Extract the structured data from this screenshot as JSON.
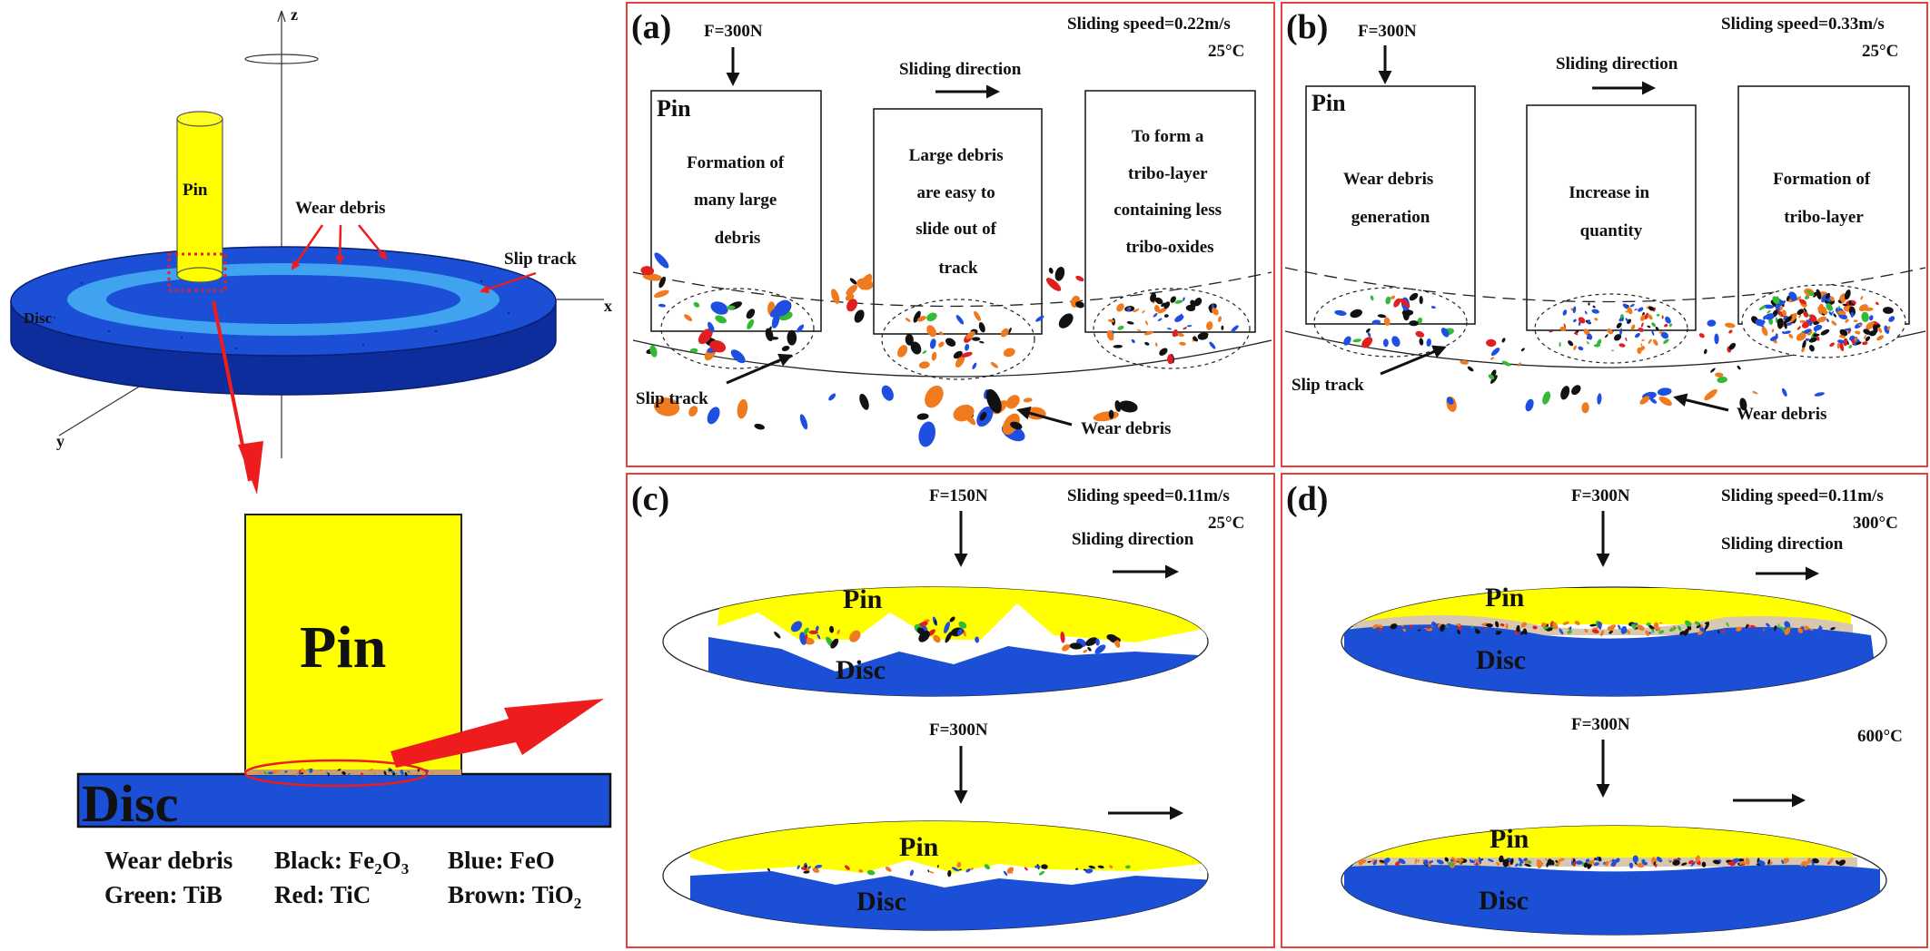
{
  "overview": {
    "pin_label": "Pin",
    "wear_debris_label": "Wear debris",
    "slip_track_label": "Slip track",
    "disc_label": "Disc",
    "axis_x": "x",
    "axis_y": "y",
    "axis_z": "z"
  },
  "closeup": {
    "pin_label": "Pin",
    "disc_label": "Disc"
  },
  "legend": {
    "title": "Wear debris",
    "black_label": "Black: Fe",
    "black_sub": "2",
    "black_tail": "O",
    "black_sub2": "3",
    "blue": "Blue: FeO",
    "green": "Green: TiB",
    "red": "Red: TiC",
    "brown_label": "Brown: TiO",
    "brown_sub": "2"
  },
  "panel_a": {
    "tag": "(a)",
    "force": "F=300N",
    "speed": "Sliding speed=0.22m/s",
    "temp": "25°C",
    "direction": "Sliding direction",
    "pin": "Pin",
    "box1": [
      "Formation of",
      "many large",
      "debris"
    ],
    "box2": [
      "Large debris",
      "are  easy to",
      "slide out of",
      "track"
    ],
    "box3": [
      "To form a",
      "tribo-layer",
      "containing less",
      "tribo-oxides"
    ],
    "slip_track": "Slip track",
    "wear_debris": "Wear debris"
  },
  "panel_b": {
    "tag": "(b)",
    "force": "F=300N",
    "speed": "Sliding speed=0.33m/s",
    "temp": "25°C",
    "direction": "Sliding direction",
    "pin": "Pin",
    "box1": [
      "Wear debris",
      "generation"
    ],
    "box2": [
      "Increase in",
      "quantity"
    ],
    "box3": [
      "Formation of",
      "tribo-layer"
    ],
    "slip_track": "Slip track",
    "wear_debris": "Wear debris"
  },
  "panel_c": {
    "tag": "(c)",
    "speed": "Sliding speed=0.11m/s",
    "temp": "25°C",
    "force_top": "F=150N",
    "direction": "Sliding direction",
    "pin": "Pin",
    "disc": "Disc",
    "force_bottom": "F=300N",
    "pin2": "Pin",
    "disc2": "Disc"
  },
  "panel_d": {
    "tag": "(d)",
    "speed": "Sliding speed=0.11m/s",
    "temp_top": "300°C",
    "force_top": "F=300N",
    "direction": "Sliding direction",
    "pin": "Pin",
    "disc": "Disc",
    "force_bottom": "F=300N",
    "temp_bottom": "600°C",
    "pin2": "Pin",
    "disc2": "Disc"
  },
  "colors": {
    "pin_yellow": "#ffff00",
    "disc_blue": "#1a4fd6",
    "disc_dark": "#0d2d9c",
    "track_light": "#3fa3f0",
    "frame_red": "#e8403a",
    "arrow_red": "#ee1c1c",
    "debris": [
      "#111111",
      "#1e4fe0",
      "#f07a1e",
      "#e02020",
      "#33bb33"
    ]
  }
}
